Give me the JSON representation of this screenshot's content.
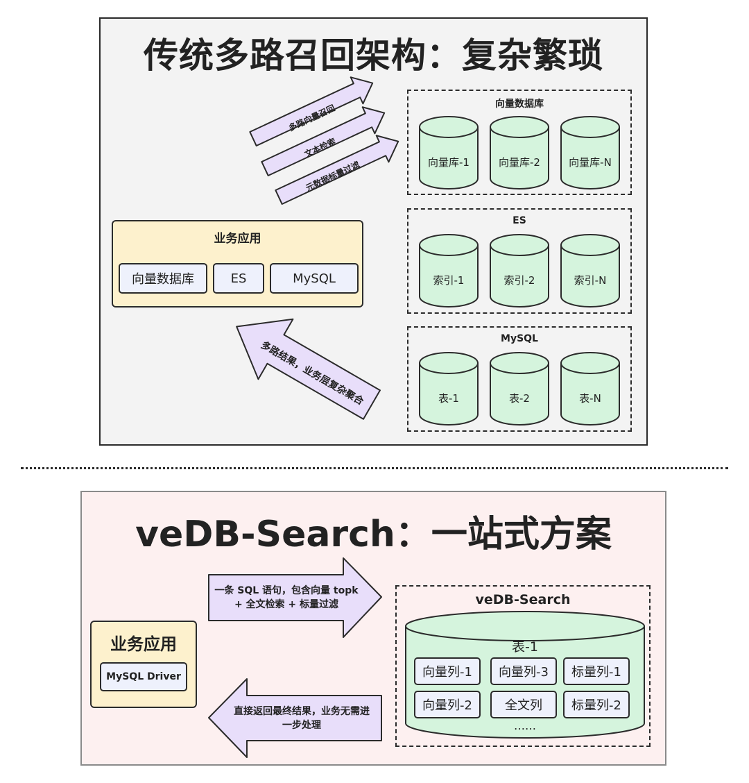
{
  "top": {
    "title": "传统多路召回架构：复杂繁琐",
    "arrows": [
      {
        "label": "多路向量召回"
      },
      {
        "label": "文本检索"
      },
      {
        "label": "元数据标量过滤"
      }
    ],
    "app": {
      "title": "业务应用",
      "chips": [
        "向量数据库",
        "ES",
        "MySQL"
      ]
    },
    "return_arrow": {
      "label": "多路结果，业务层复杂聚合"
    },
    "groups": [
      {
        "title": "向量数据库",
        "items": [
          "向量库-1",
          "向量库-2",
          "向量库-N"
        ]
      },
      {
        "title": "ES",
        "items": [
          "索引-1",
          "索引-2",
          "索引-N"
        ]
      },
      {
        "title": "MySQL",
        "items": [
          "表-1",
          "表-2",
          "表-N"
        ]
      }
    ]
  },
  "bottom": {
    "title": "veDB-Search：一站式方案",
    "app": {
      "title": "业务应用",
      "driver": "MySQL Driver"
    },
    "forward_arrow": {
      "line1": "一条 SQL 语句，包含向量 topk",
      "line2": "+ 全文检索 + 标量过滤"
    },
    "back_arrow": {
      "line1": "直接返回最终结果，业务无需进",
      "line2": "一步处理"
    },
    "vedb": {
      "title": "veDB-Search",
      "table_title": "表-1",
      "columns": [
        "向量列-1",
        "向量列-3",
        "标量列-1",
        "向量列-2",
        "全文列",
        "标量列-2"
      ],
      "ellipsis": "……"
    }
  },
  "colors": {
    "cylinder_fill": "#d5f4dd",
    "arrow_fill": "#e8defa",
    "app_fill": "#fdf1cd",
    "chip_fill": "#eef1fc",
    "top_panel": "#f3f3f3",
    "bottom_panel": "#fdf0f0"
  }
}
